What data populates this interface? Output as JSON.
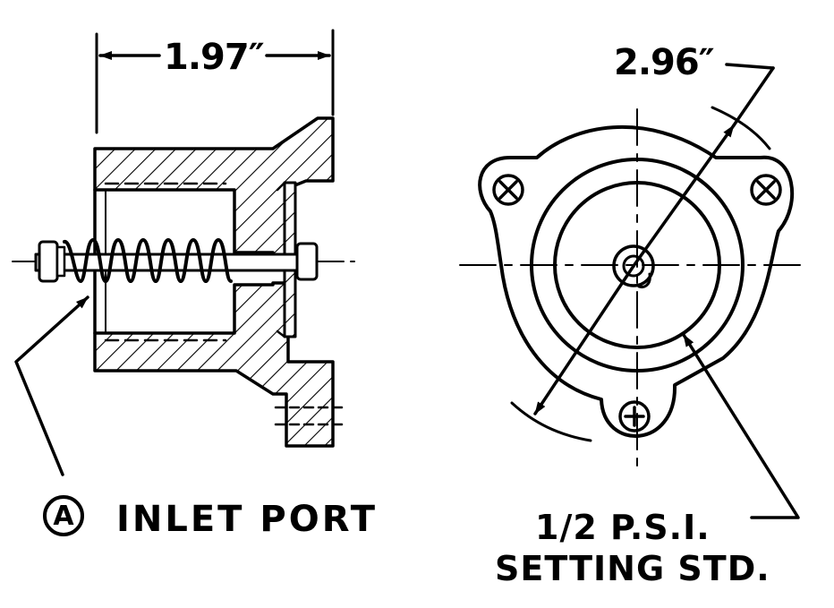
{
  "dimensions": {
    "length": "1.97″",
    "diameter": "2.96″"
  },
  "callouts": {
    "inlet": {
      "letter": "A",
      "label": "INLET PORT"
    },
    "setting": {
      "line1": "1/2 P.S.I.",
      "line2": "SETTING STD."
    }
  },
  "colors": {
    "ink": "#000000",
    "paper": "#ffffff"
  }
}
